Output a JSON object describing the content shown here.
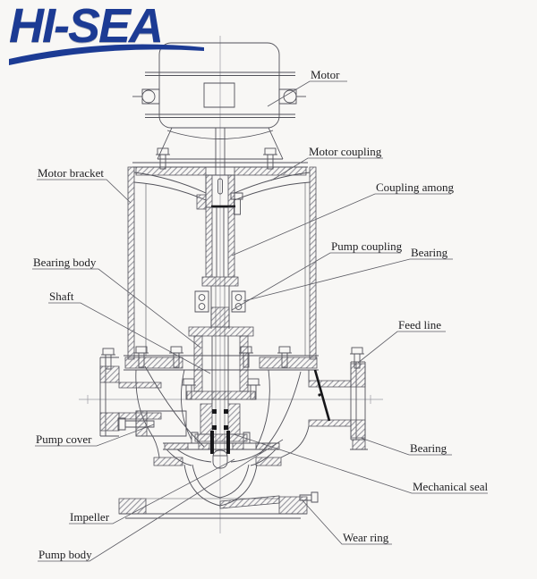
{
  "logo": {
    "text": "HI-SEA"
  },
  "colors": {
    "background": "#f8f7f5",
    "drawing_line": "#52525a",
    "label_text": "#1d1d20",
    "logo_blue": "#1c3b94"
  },
  "diagram": {
    "labels": {
      "motor": "Motor",
      "motor_coupling": "Motor coupling",
      "coupling_among": "Coupling among",
      "pump_coupling": "Pump coupling",
      "bearing_upper": "Bearing",
      "motor_bracket": "Motor bracket",
      "bearing_body": "Bearing body",
      "shaft": "Shaft",
      "feed_line": "Feed line",
      "pump_cover": "Pump cover",
      "bearing_lower": "Bearing",
      "mechanical_seal": "Mechanical seal",
      "impeller": "Impeller",
      "wear_ring": "Wear ring",
      "pump_body": "Pump body"
    }
  }
}
